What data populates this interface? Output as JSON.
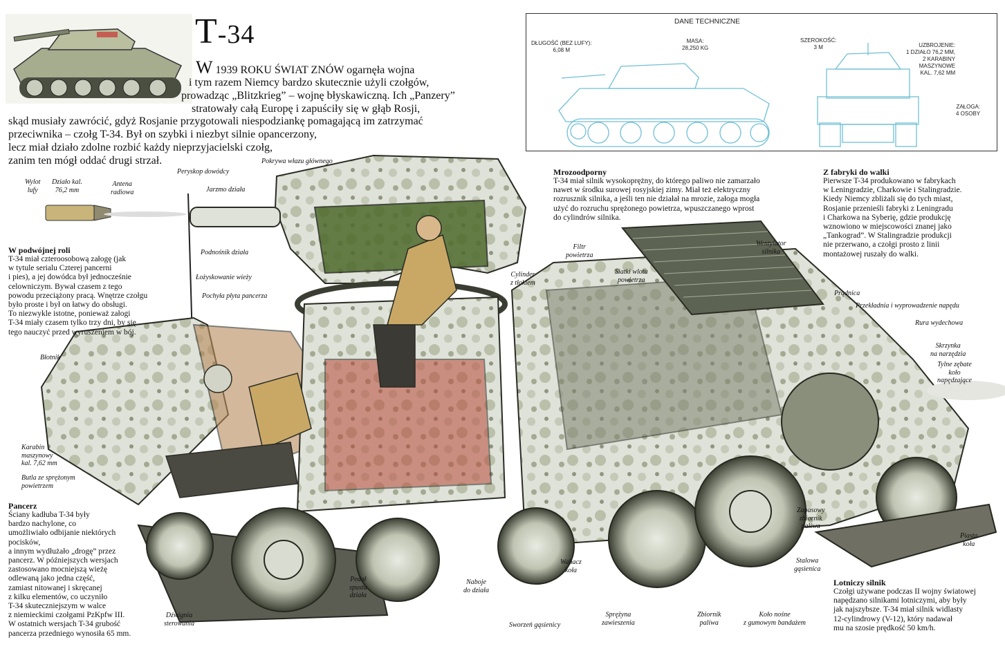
{
  "title": {
    "main": "T",
    "rest": "-34"
  },
  "intro": {
    "dropcap": "W",
    "lines": [
      " 1939 ROKU ŚWIAT ZNÓW ogarnęła wojna",
      "i tym razem Niemcy bardzo skutecznie użyli czołgów,",
      "prowadząc „Blitzkrieg” – wojnę błyskawiczną. Ich „Panzery”",
      "stratowały całą Europę i zapuściły się w głąb Rosji,",
      "skąd musiały zawrócić, gdyż Rosjanie przygotowali niespodziankę pomagającą im zatrzymać",
      "przeciwnika – czołg T-34. Był on szybki i niezbyt silnie opancerzony,",
      "lecz miał działo zdolne rozbić każdy nieprzyjacielski czołg,",
      "zanim ten mógł oddać drugi strzał."
    ]
  },
  "specs": {
    "heading": "DANE TECHNICZNE",
    "length_label": "DŁUGOŚĆ (BEZ LUFY):",
    "length_value": "6,08 M",
    "mass_label": "MASA:",
    "mass_value": "28,250 KG",
    "width_label": "SZEROKOŚĆ:",
    "width_value": "3 M",
    "armament_label": "UZBROJENIE:",
    "armament_lines": [
      "1 DZIAŁO 76,2 MM,",
      "2 KARABINY",
      "MASZYNOWE",
      "KAL. 7,62 MM"
    ],
    "crew_label": "ZAŁOGA:",
    "crew_value": "4 OSOBY"
  },
  "sections": {
    "double_role": {
      "heading": "W podwójnej roli",
      "lines": [
        "T-34 miał czteroosobową załogę (jak",
        "w tytule serialu Czterej pancerni",
        "i pies), a jej dowódca był jednocześnie",
        "celowniczym. Bywał czasem z tego",
        "powodu przeciążony pracą. Wnętrze czołgu",
        "było proste i był on łatwy do obsługi.",
        "To niezwykle istotne, ponieważ załogi",
        "T-34 miały czasem tylko trzy dni, by się",
        "tego nauczyć przed wyruszeniem w bój."
      ]
    },
    "armor": {
      "heading": "Pancerz",
      "lines": [
        "Ściany kadłuba T-34 były",
        "bardzo nachylone, co",
        "umożliwiało odbijanie niektórych",
        "pocisków,",
        "a innym wydłużało „drogę” przez",
        "pancerz. W późniejszych wersjach",
        "zastosowano mocniejszą wieżę",
        "odlewaną jako jedna część,",
        "zamiast nitowanej i skręcanej",
        "z kilku elementów, co uczyniło",
        "T-34 skuteczniejszym w walce",
        "z niemieckimi czołgami PzKpfw III.",
        "W ostatnich wersjach T-34 grubość",
        "pancerza przedniego wynosiła 65 mm."
      ]
    },
    "frost": {
      "heading": "Mrozoodporny",
      "lines": [
        "T-34 miał silnik wysokoprężny, do którego paliwo nie zamarzało",
        "nawet w środku surowej rosyjskiej zimy. Miał też elektryczny",
        "rozrusznik silnika, a jeśli ten nie działał na mrozie, załoga mogła",
        "użyć do rozruchu sprężonego powietrza, wpuszczanego wprost",
        "do cylindrów silnika."
      ]
    },
    "factories": {
      "heading": "Z fabryki do walki",
      "lines": [
        "Pierwsze T-34 produkowano w fabrykach",
        "w Leningradzie, Charkowie i Stalingradzie.",
        "Kiedy Niemcy zbliżali się do tych miast,",
        "Rosjanie przenieśli fabryki z Leningradu",
        "i Charkowa na Syberię, gdzie produkcję",
        "wznowiono w miejscowości znanej jako",
        "„Tankograd”. W Stalingradzie produkcji",
        "nie przerwano, a czołgi prosto z linii",
        "montażowej ruszały do walki."
      ]
    },
    "aero_engine": {
      "heading": "Lotniczy silnik",
      "lines": [
        "Czołgi używane podczas II wojny światowej",
        "napędzano silnikami lotniczymi, aby były",
        "jak najszybsze. T-34 miał silnik widlasty",
        "12-cylindrowy (V-12), który nadawał",
        "mu na szosie prędkość 50 km/h."
      ]
    }
  },
  "callouts": {
    "muzzle": [
      "Wylot",
      "lufy"
    ],
    "gun": [
      "Działo kal.",
      "76,2 mm"
    ],
    "antenna": [
      "Antena",
      "radiowa"
    ],
    "periscope": "Peryskop dowódcy",
    "hatch": "Pokrywa włazu głównego",
    "mantlet": "Jarzmo działa",
    "elevator": "Podnośnik działa",
    "turret_bearing": "Łożyskowanie wieży",
    "sloped_plate": "Pochyła płyta pancerza",
    "fender": "Błotnik",
    "mg": [
      "Karabin",
      "maszynowy",
      "kal. 7,62 mm"
    ],
    "air_bottle": [
      "Butla ze sprężonym",
      "powietrzem"
    ],
    "steering": [
      "Dźwignia",
      "sterowania"
    ],
    "trigger": [
      "Pedał",
      "spustu",
      "działa"
    ],
    "ammo": [
      "Naboje",
      "do działa"
    ],
    "track_pin": "Sworzeń gąsienicy",
    "swing_arm": [
      "Wahacz",
      "koła"
    ],
    "spring": [
      "Sprężyna",
      "zawieszenia"
    ],
    "fuel_tank": [
      "Zbiornik",
      "paliwa"
    ],
    "road_wheel": [
      "Koło nośne",
      "z gumowym bandażem"
    ],
    "air_filter": [
      "Filtr",
      "powietrza"
    ],
    "cylinder": [
      "Cylinder",
      "z tłokiem"
    ],
    "intake_mesh": [
      "Siatki wlotu",
      "powietrza"
    ],
    "fan": [
      "Wentylator",
      "silnika"
    ],
    "generator": "Prądnica",
    "transmission": "Przekładnia i wyprowadzenie napędu",
    "exhaust": "Rura wydechowa",
    "toolbox": [
      "Skrzynka",
      "na narzędzia"
    ],
    "drive_sprocket": [
      "Tylne zębate",
      "koło",
      "napędzające"
    ],
    "spare_tank": [
      "Zapasowy",
      "zbiornik",
      "paliwa"
    ],
    "steel_track": [
      "Stalowa",
      "gąsienica"
    ],
    "hub": [
      "Piasta",
      "koła"
    ]
  },
  "colors": {
    "camo_light": "#dfe2d8",
    "camo_mid": "#9ea58e",
    "camo_dark": "#5a6148",
    "olive": "#4e6a2c",
    "interior_red": "#b84a3a",
    "uniform": "#c9a866",
    "blueprint": "#6fbfd6",
    "ink": "#111111"
  }
}
